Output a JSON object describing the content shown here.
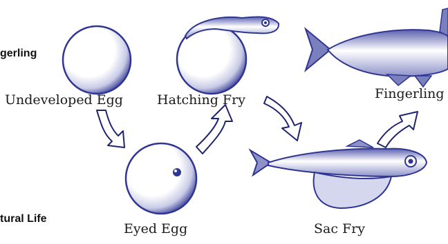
{
  "side_labels": {
    "top": "gerling",
    "bottom": "tural Life"
  },
  "stages": {
    "undeveloped_egg": "Undeveloped Egg",
    "hatching_fry": "Hatching Fry",
    "fingerling": "Fingerling",
    "eyed_egg": "Eyed Egg",
    "sac_fry": "Sac Fry"
  },
  "colors": {
    "ink": "#2f3592",
    "ink_dark": "#1f2370",
    "text": "#1a1a1a"
  }
}
